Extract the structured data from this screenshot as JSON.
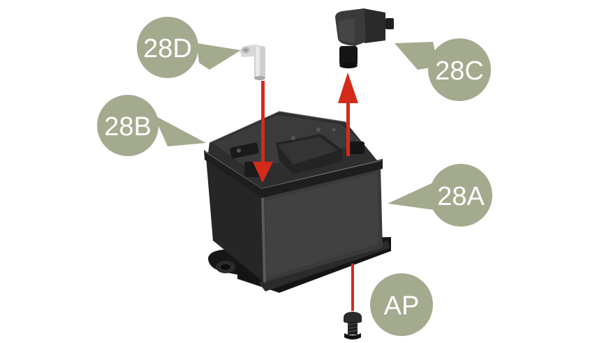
{
  "callouts": {
    "c28D": {
      "label": "28D"
    },
    "c28C": {
      "label": "28C"
    },
    "c28B": {
      "label": "28B"
    },
    "c28A": {
      "label": "28A"
    },
    "cAP": {
      "label": "AP"
    }
  },
  "colors": {
    "callout_fill": "#a3aa8e",
    "leader_fill": "#a3aa8e",
    "arrow_red": "#d42a1a",
    "battery_dark": "#2a2a2a",
    "battery_side": "#3a3a3a",
    "base_plate": "#1c1c1c"
  },
  "icons": {
    "part_28D": "terminal-bolt-icon",
    "part_28C": "terminal-cover-icon",
    "part_28B": "battery-lid-icon",
    "part_28A": "battery-body-icon",
    "part_AP": "screw-icon"
  }
}
